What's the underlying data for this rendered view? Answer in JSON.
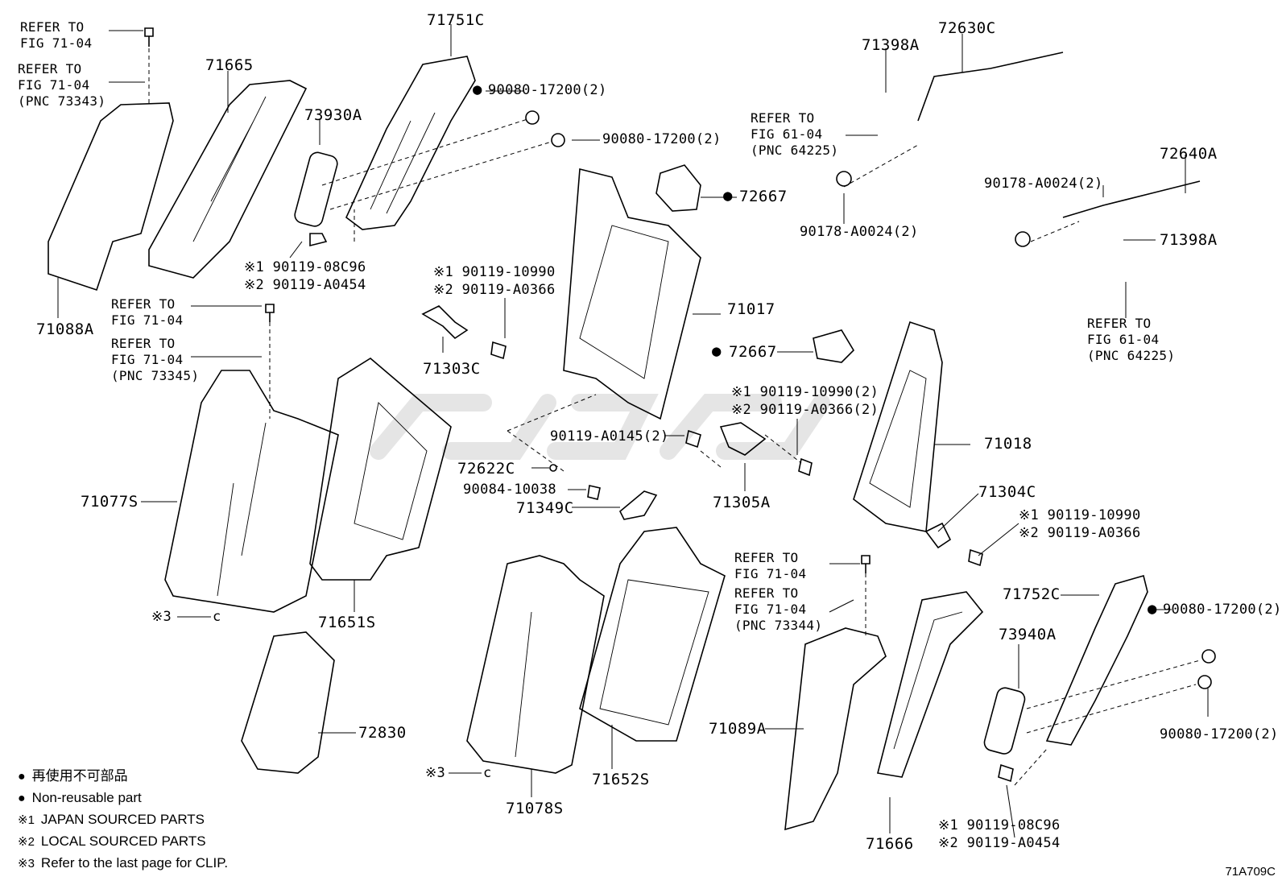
{
  "parts": {
    "p71751c": "71751C",
    "p71665": "71665",
    "p73930a": "73930A",
    "p71088a": "71088A",
    "p71398a_top": "71398A",
    "p72630c": "72630C",
    "p72640a": "72640A",
    "p71398a_right": "71398A",
    "p72667_top": "72667",
    "p72667_mid": "72667",
    "p71017": "71017",
    "p71018": "71018",
    "p71303c": "71303C",
    "p71305a": "71305A",
    "p71304c": "71304C",
    "p72622c": "72622C",
    "p71349c": "71349C",
    "p71077s": "71077S",
    "p71651s": "71651S",
    "p72830": "72830",
    "p71078s": "71078S",
    "p71652s": "71652S",
    "p71089a": "71089A",
    "p71666": "71666",
    "p71752c": "71752C",
    "p73940a": "73940A"
  },
  "fasteners": {
    "f_900801_a": "90080-17200(2)",
    "f_900801_b": "90080-17200(2)",
    "f_900801_c": "90080-17200(2)",
    "f_900801_d": "90080-17200(2)",
    "f_90178_a": "90178-A0024(2)",
    "f_90178_b": "90178-A0024(2)",
    "f_90119_0145": "90119-A0145(2)",
    "f_90084": "90084-10038"
  },
  "pairs": {
    "left_bolt": {
      "a": "※1 90119-08C96",
      "b": "※2 90119-A0454"
    },
    "bracket_bolt": {
      "a": "※1 90119-10990",
      "b": "※2 90119-A0366"
    },
    "center_bolt": {
      "a": "※1 90119-10990(2)",
      "b": "※2 90119-A0366(2)"
    },
    "right_bolt": {
      "a": "※1 90119-10990",
      "b": "※2 90119-A0366"
    },
    "bottom_bolt": {
      "a": "※1 90119-08C96",
      "b": "※2 90119-A0454"
    }
  },
  "refs": {
    "r1": {
      "l1": "REFER TO",
      "l2": "FIG 71-04"
    },
    "r2": {
      "l1": "REFER TO",
      "l2": "FIG 71-04",
      "l3": "(PNC 73343)"
    },
    "r3": {
      "l1": "REFER TO",
      "l2": "FIG 71-04"
    },
    "r4": {
      "l1": "REFER TO",
      "l2": "FIG 71-04",
      "l3": "(PNC 73345)"
    },
    "r5": {
      "l1": "REFER TO",
      "l2": "FIG 61-04",
      "l3": "(PNC 64225)"
    },
    "r6": {
      "l1": "REFER TO",
      "l2": "FIG 61-04",
      "l3": "(PNC 64225)"
    },
    "r7": {
      "l1": "REFER TO",
      "l2": "FIG 71-04"
    },
    "r8": {
      "l1": "REFER TO",
      "l2": "FIG 71-04",
      "l3": "(PNC 73344)"
    }
  },
  "clips": {
    "c1": "※3",
    "c2": "※3"
  },
  "legend": {
    "dot": "●",
    "jp": "再使用不可部品",
    "en": "Non-reusable part",
    "m1": "※1",
    "m1_text": "JAPAN SOURCED PARTS",
    "m2": "※2",
    "m2_text": "LOCAL SOURCED PARTS",
    "m3": "※3",
    "m3_text": "Refer to the last page for CLIP."
  },
  "figure_code": "71A709C"
}
